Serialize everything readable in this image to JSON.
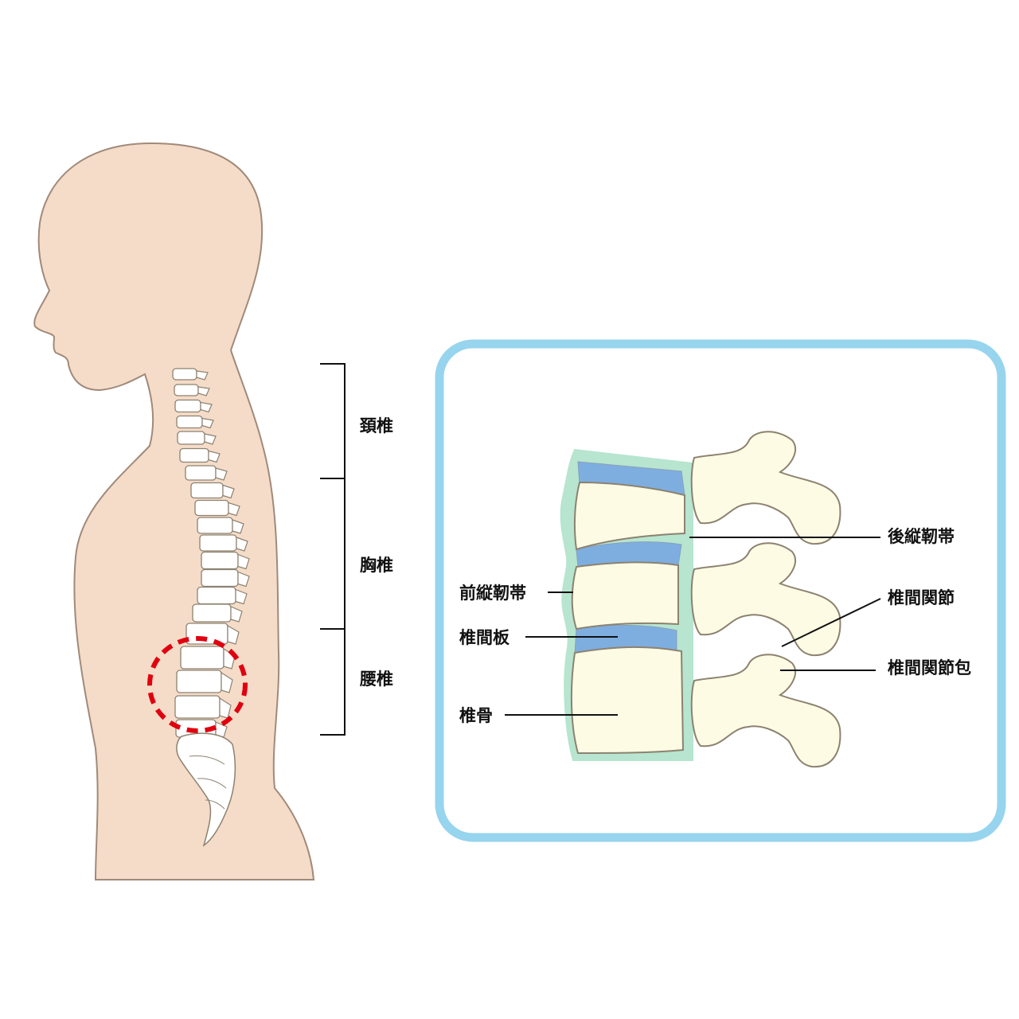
{
  "regions": {
    "cervical": "頚椎",
    "thoracic": "胸椎",
    "lumbar": "腰椎"
  },
  "detail_labels": {
    "anterior_longitudinal_ligament": "前縦靭帯",
    "intervertebral_disc": "椎間板",
    "vertebral_body": "椎骨",
    "posterior_longitudinal_ligament": "後縦靭帯",
    "facet_joint": "椎間関節",
    "facet_joint_capsule": "椎間関節包"
  },
  "colors": {
    "skin": "#f5dcc8",
    "skin_outline": "#a08a7a",
    "bone": "#fdfbe4",
    "bone_outline": "#8c8270",
    "disc": "#7eaee0",
    "ligament": "#b7e5cf",
    "frame": "#97d4ee",
    "highlight": "#e0000f"
  }
}
